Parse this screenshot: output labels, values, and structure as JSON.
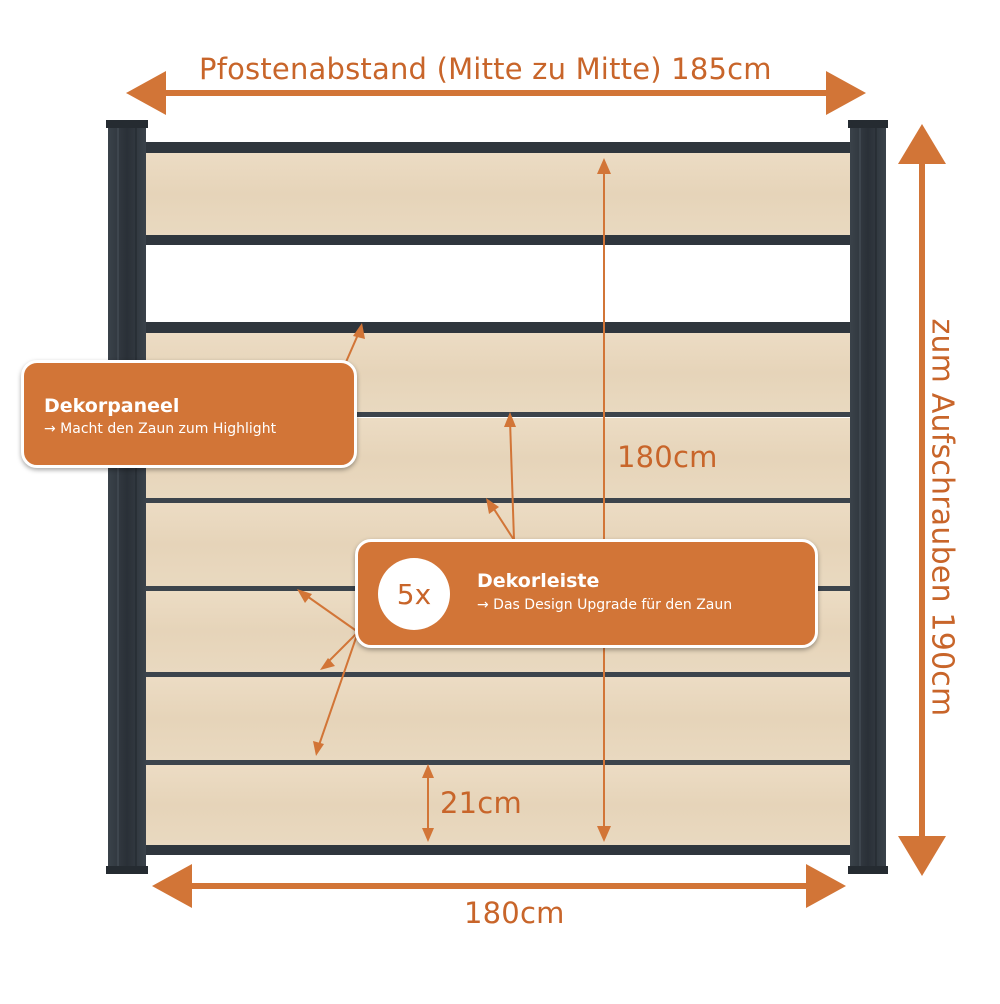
{
  "dimensions": {
    "post_spacing": "Pfostenabstand (Mitte zu Mitte) 185cm",
    "total_height": "zum Aufschrauben 190cm",
    "panel_height": "180cm",
    "panel_width": "180cm",
    "board_height": "21cm"
  },
  "callouts": {
    "dekorpaneel": {
      "title": "Dekorpaneel",
      "subtitle": "→ Macht den Zaun zum Highlight"
    },
    "dekorleiste": {
      "count": "5x",
      "title": "Dekorleiste",
      "subtitle": "→ Das Design Upgrade für den Zaun"
    }
  },
  "colors": {
    "accent": "#d27537",
    "frame": "#2f363d",
    "wood": "#e8d8bf"
  }
}
